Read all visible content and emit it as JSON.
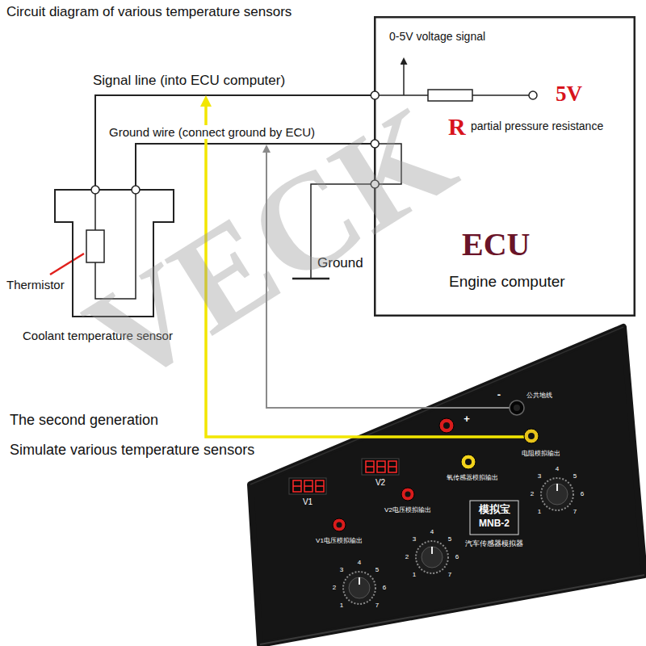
{
  "diagram": {
    "title": "Circuit diagram of various temperature sensors",
    "nodes": [
      {
        "text": [
          "ECU",
          "Engine computer"
        ]
      },
      {
        "text": [
          "Coolant temperature sensor"
        ]
      },
      {
        "text": [
          "模拟宝",
          "MNB-2",
          "汽车传感器模拟器"
        ]
      }
    ],
    "edges": [
      {
        "from": 1,
        "to": 0,
        "label": "Signal line (into ECU computer)",
        "arrow": "none"
      },
      {
        "from": 1,
        "to": 0,
        "label": "Ground wire (connect ground by ECU)",
        "arrow": "none"
      }
    ],
    "labels": [
      "0-5V voltage signal",
      "5V",
      "R",
      "partial pressure resistance",
      "Ground",
      "Thermistor",
      "VECK",
      "The second generation",
      "Simulate various temperature sensors",
      "公共地线",
      "-",
      "+",
      "V1",
      "V2",
      "V1电压模拟输出",
      "V2电压模拟输出",
      "氧传感器模拟输出",
      "电阻模拟输出",
      "1",
      "2",
      "3",
      "4",
      "5",
      "6",
      "7",
      "1",
      "2",
      "3",
      "4",
      "5",
      "6",
      "7",
      "1",
      "2",
      "3",
      "4",
      "5",
      "6",
      "7"
    ]
  }
}
